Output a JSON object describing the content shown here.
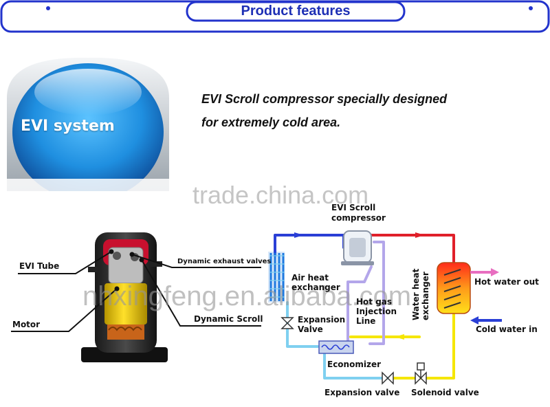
{
  "header": {
    "title": "Product features"
  },
  "badge": {
    "label": "EVI system"
  },
  "tagline": {
    "line1": "EVI Scroll compressor specially designed",
    "line2": "for extremely cold area."
  },
  "watermarks": [
    "trade.china.com",
    "nhxingfeng.en.alibaba.com"
  ],
  "compressor_labels": {
    "evi_tube": "EVI Tube",
    "motor": "Motor",
    "dynamic_exhaust_valves": "Dynamic exhaust valves",
    "dynamic_scroll": "Dynamic Scroll"
  },
  "system_labels": {
    "evi_compressor_1": "EVI Scroll",
    "evi_compressor_2": "compressor",
    "air_heat_1": "Air heat",
    "air_heat_2": "exchanger",
    "water_heat_1": "Water heat",
    "water_heat_2": "exchanger",
    "hot_water_out": "Hot water out",
    "cold_water_in": "Cold water in",
    "gas_injection_1": "Hot gas",
    "gas_injection_2": "Injection",
    "gas_injection_3": "Line",
    "expansion_valve_upper_1": "Expansion",
    "expansion_valve_upper_2": "Valve",
    "economizer": "Economizer",
    "expansion_valve": "Expansion valve",
    "solenoid_valve": "Solenoid valve"
  },
  "colors": {
    "header_text": "#1d2fb5",
    "header_border": "#2233cc",
    "badge_blue": "#1f8fe0",
    "pipe_dark_blue": "#2a3fd6",
    "pipe_red": "#e0202a",
    "pipe_yellow": "#f5e600",
    "pipe_light_blue": "#7fd0f0",
    "pipe_lavender": "#b3a6ea"
  }
}
